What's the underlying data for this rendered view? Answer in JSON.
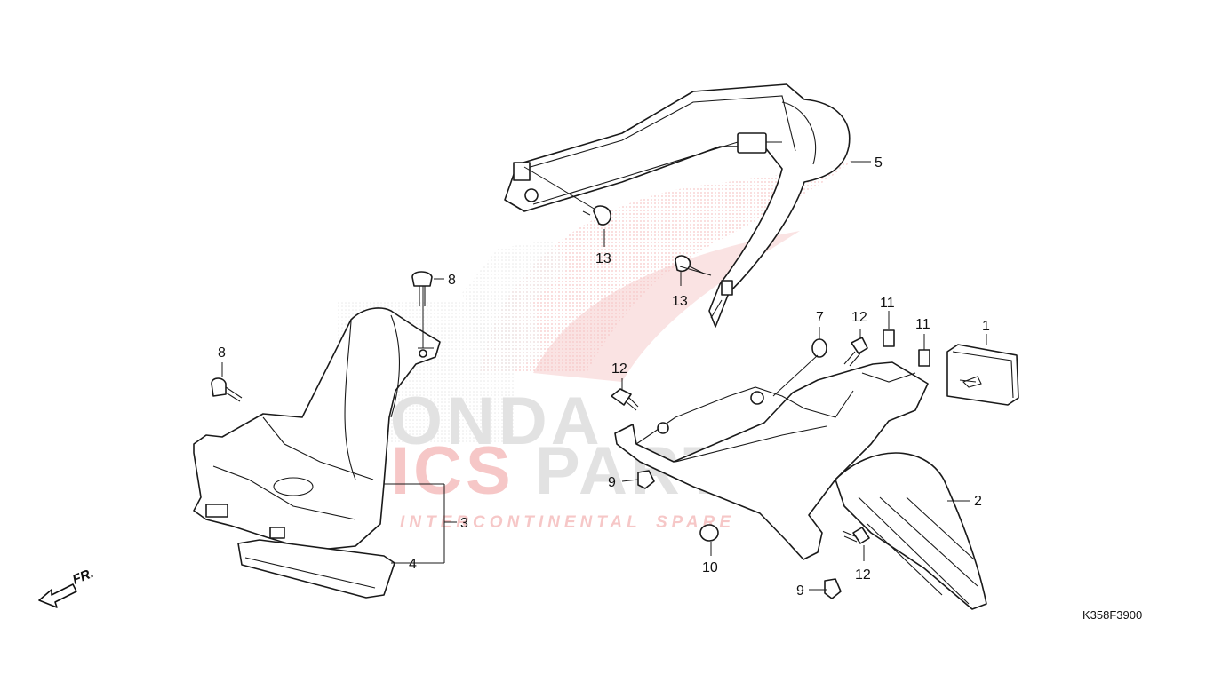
{
  "diagram": {
    "reference_code": "K358F3900",
    "front_indicator": "FR.",
    "watermark": {
      "brand_top": "HONDA",
      "brand_main_a": "ICS",
      "brand_main_b": "PARTS",
      "tagline_a": "INTERCONTINENTAL",
      "tagline_b": "SPARE",
      "colors": {
        "red": "#e23a3a",
        "gray": "#9a9a9a"
      }
    },
    "callouts": {
      "c1": "1",
      "c2": "2",
      "c3": "3",
      "c4": "4",
      "c5": "5",
      "c7": "7",
      "c8a": "8",
      "c8b": "8",
      "c9a": "9",
      "c9b": "9",
      "c10": "10",
      "c11a": "11",
      "c11b": "11",
      "c12a": "12",
      "c12b": "12",
      "c12c": "12",
      "c13a": "13",
      "c13b": "13"
    }
  }
}
